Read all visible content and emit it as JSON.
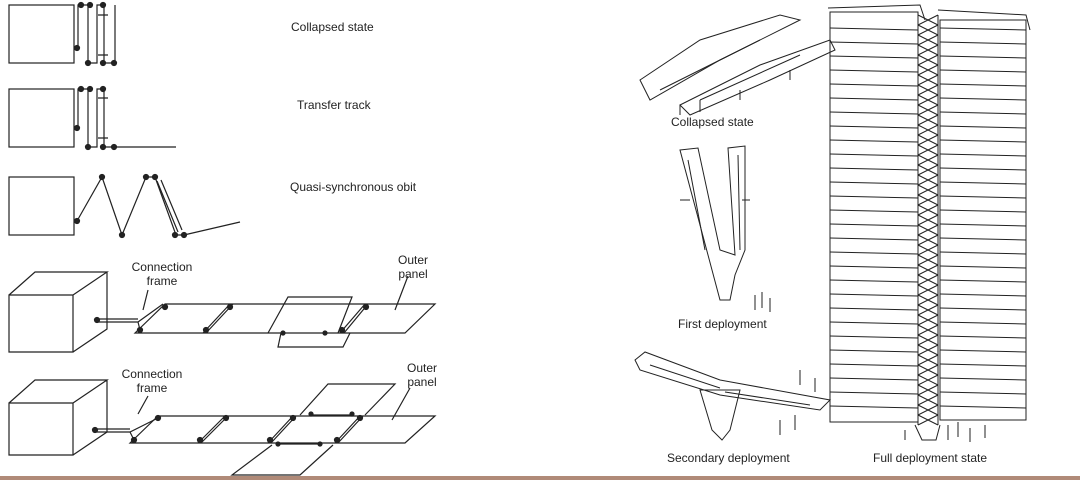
{
  "left_panel": {
    "stages": [
      {
        "label": "Collapsed state"
      },
      {
        "label": "Transfer track"
      },
      {
        "label": "Quasi-synchronous obit"
      }
    ],
    "deployment_views": [
      {
        "frame_label": "Connection frame",
        "panel_label": "Outer panel"
      },
      {
        "frame_label": "Connection frame",
        "panel_label": "Outer panel"
      }
    ]
  },
  "right_panel": {
    "labels": {
      "collapsed": "Collapsed state",
      "first": "First deployment",
      "secondary": "Secondary deployment",
      "full": "Full deployment state"
    }
  },
  "colors": {
    "line": "#222222",
    "accent_bar": "#b08a78"
  }
}
